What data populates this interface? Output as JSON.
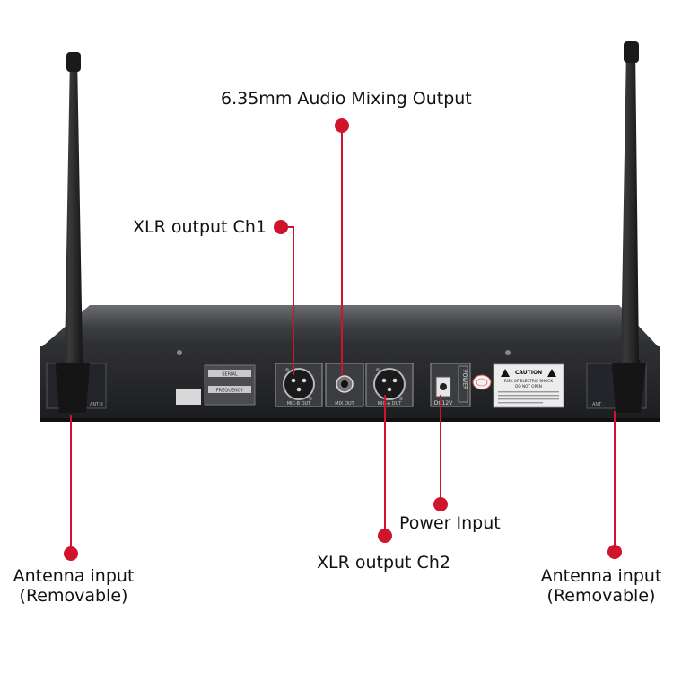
{
  "colors": {
    "accent": "#d0142c",
    "chassis": "#2a2b2e",
    "panel": "#3b3d41"
  },
  "callouts": {
    "mix_out": "6.35mm Audio Mixing Output",
    "xlr_ch1": "XLR output Ch1",
    "power": "Power Input",
    "xlr_ch2": "XLR output Ch2",
    "antenna_left_line1": "Antenna input",
    "antenna_left_line2": "(Removable)",
    "antenna_right_line1": "Antenna input",
    "antenna_right_line2": "(Removable)"
  },
  "panel_labels": {
    "serial": "SERIAL",
    "frequency": "FREQUENCY",
    "mic_b_out": "MIC-B OUT",
    "mix_out": "MIX OUT",
    "mic_a_out": "MIC-A OUT",
    "dc": "DC12V",
    "power": "POWER",
    "caution_title": "CAUTION",
    "caution_line1": "RISK OF ELECTRIC SHOCK",
    "caution_line2": "DO NOT OPEN",
    "antenna_left": "ANT-B",
    "antenna_right": "ANT"
  },
  "icons": [
    "callout-dot-icon",
    "warning-triangle-icon",
    "xlr-connector-icon",
    "jack-socket-icon",
    "dc-jack-icon"
  ]
}
